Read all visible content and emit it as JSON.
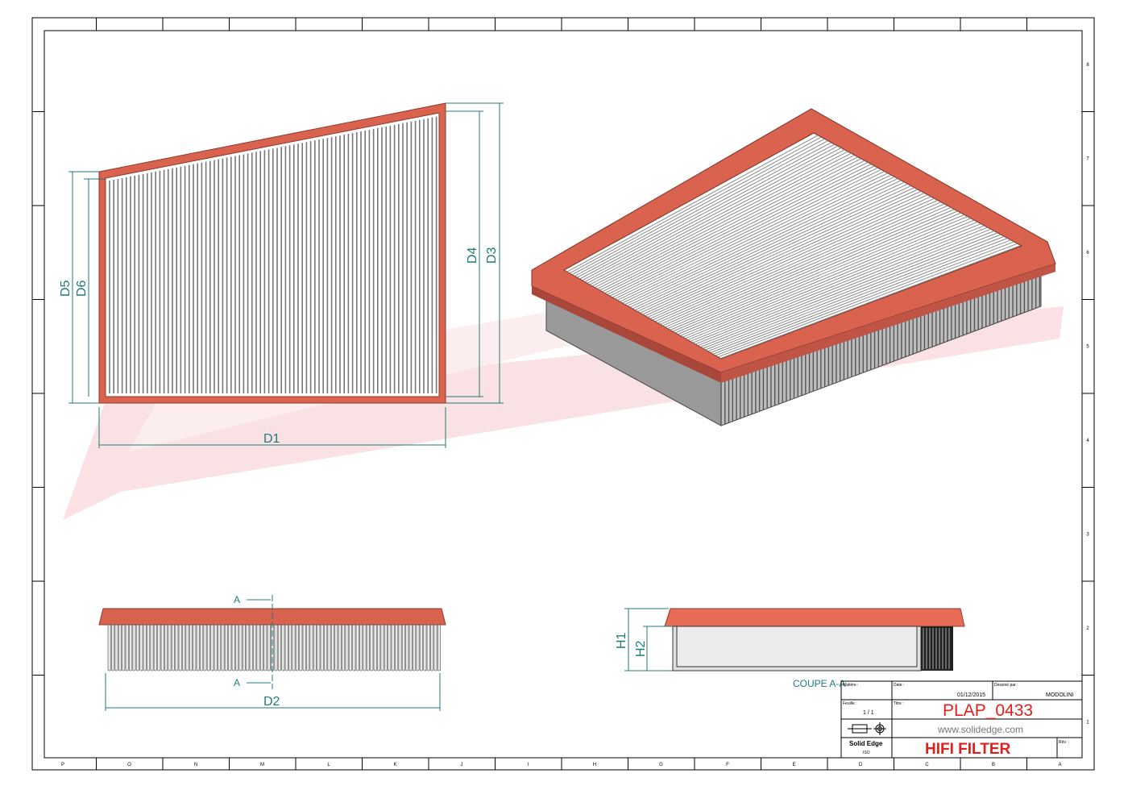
{
  "border": {
    "columns": [
      "P",
      "O",
      "N",
      "M",
      "L",
      "K",
      "J",
      "I",
      "H",
      "G",
      "F",
      "E",
      "D",
      "C",
      "B",
      "A"
    ],
    "rows": [
      "8",
      "7",
      "6",
      "5",
      "4",
      "3",
      "2",
      "1"
    ]
  },
  "dimensions": {
    "d1": "D1",
    "d2": "D2",
    "d3": "D3",
    "d4": "D4",
    "d5": "D5",
    "d6": "D6",
    "h1": "H1",
    "h2": "H2"
  },
  "section": {
    "marker": "A",
    "marker_bottom": "A",
    "label": "COUPE A-A"
  },
  "title_block": {
    "material_label": "Matière :",
    "date_label": "Date :",
    "date": "01/12/2015",
    "drawn_by_label": "Dessiné par :",
    "drawn_by": "MODOLINI",
    "sheet_label": "Feuille :",
    "sheet": "1 / 1",
    "title_label": "Titre :",
    "title": "PLAP_0433",
    "website": "www.solidedge.com",
    "software": "Solid Edge",
    "software_sub": "ISO",
    "company": "HIFI FILTER",
    "rev_label": "Rév. :"
  },
  "colors": {
    "frame": "#d9634f",
    "frame_dark": "#a8473a",
    "teal": "#1f7a7a",
    "brand_red": "#e0201c",
    "watermark": "#f9d5d8"
  }
}
